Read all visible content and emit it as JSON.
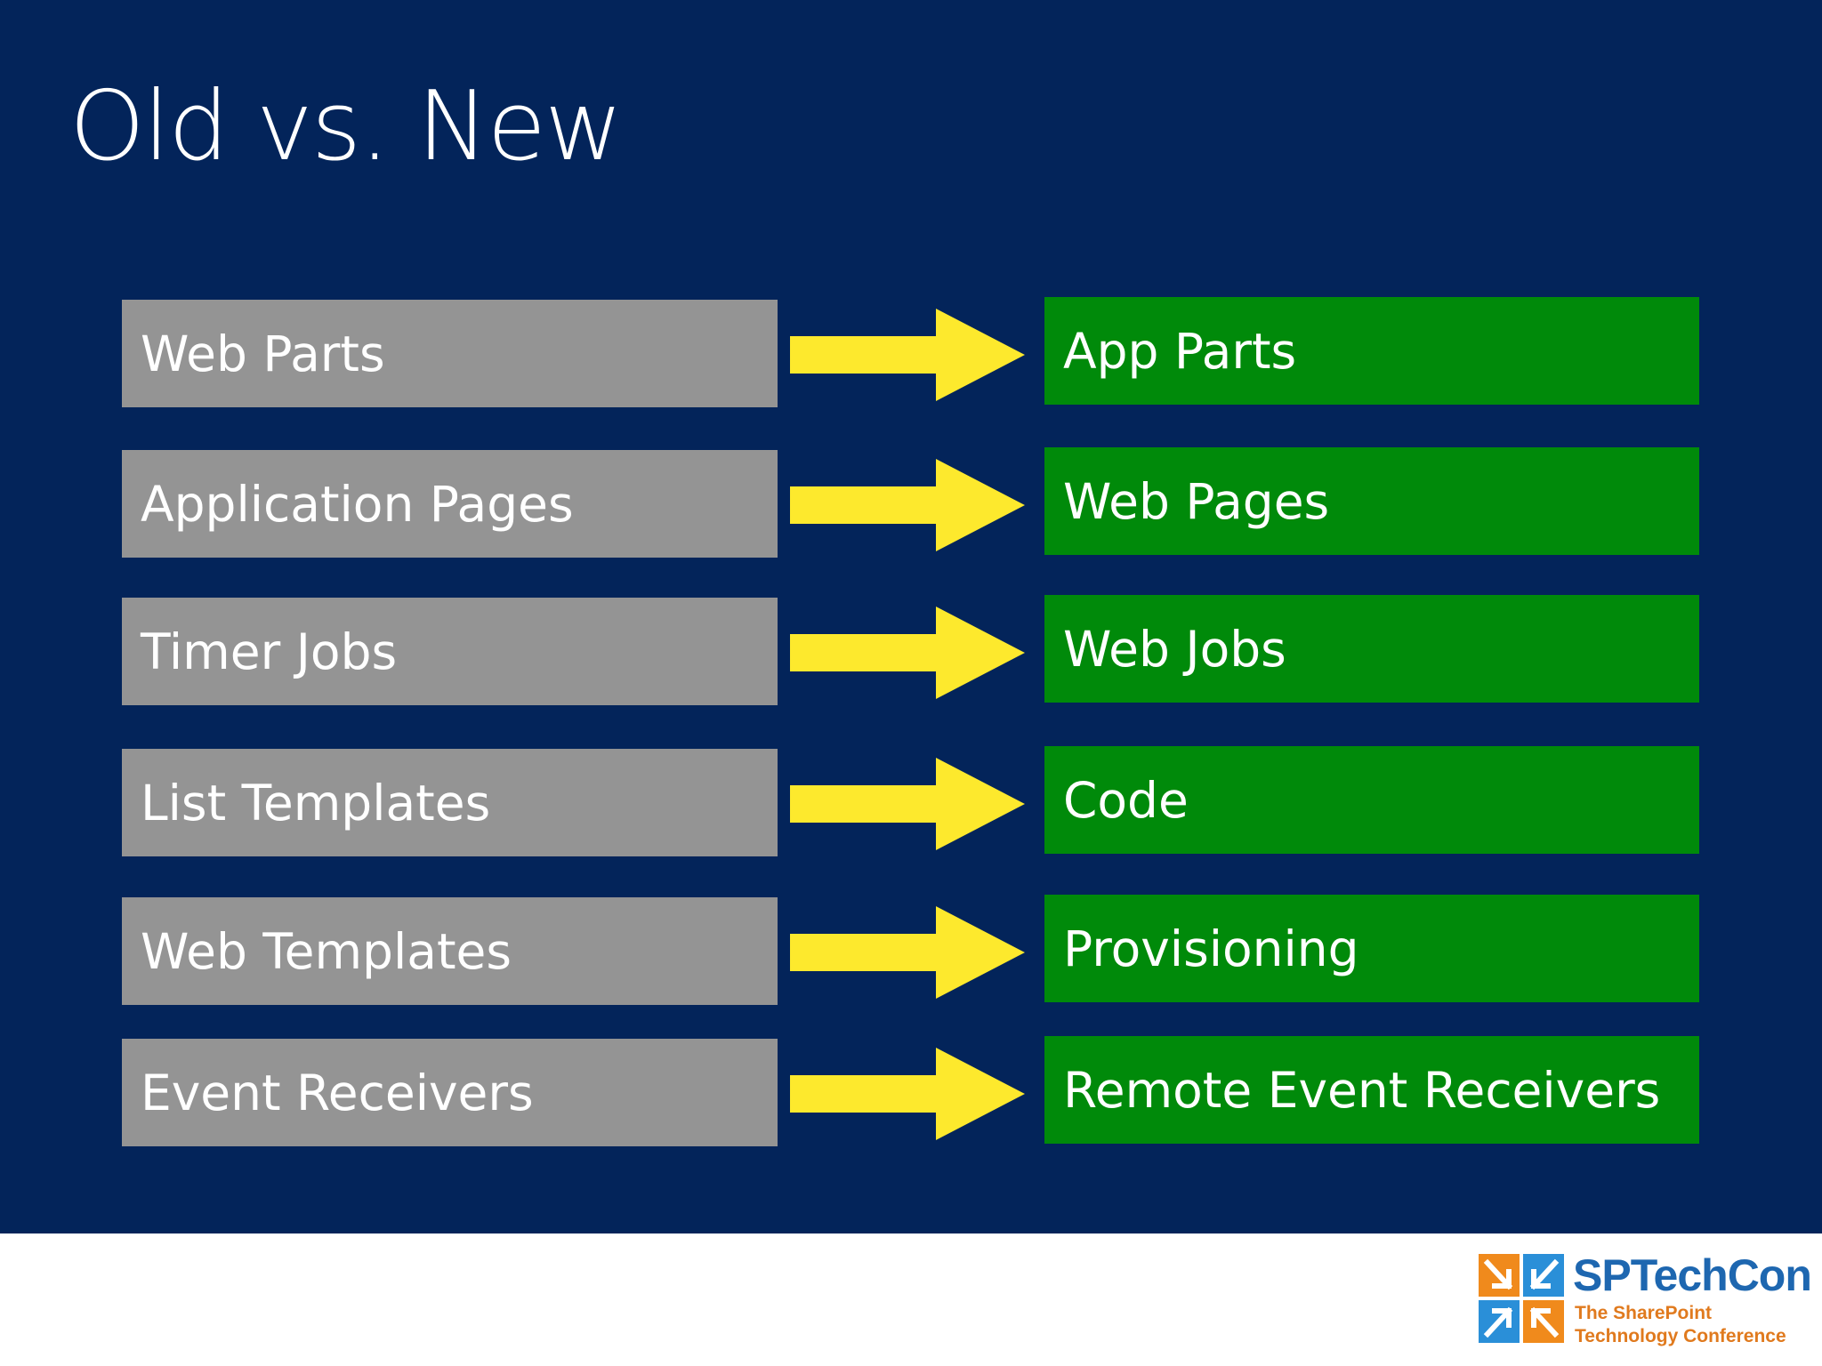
{
  "slide": {
    "title": "Old vs. New",
    "colors": {
      "background": "#03245a",
      "old_box": "#949494",
      "new_box": "#008a0a",
      "arrow": "#fde92d",
      "text": "#ffffff"
    }
  },
  "rows": [
    {
      "old": "Web Parts",
      "new": "App Parts"
    },
    {
      "old": "Application Pages",
      "new": "Web Pages"
    },
    {
      "old": "Timer Jobs",
      "new": "Web Jobs"
    },
    {
      "old": "List Templates",
      "new": "Code"
    },
    {
      "old": "Web Templates",
      "new": "Provisioning"
    },
    {
      "old": "Event Receivers",
      "new": "Remote Event Receivers"
    }
  ],
  "footer": {
    "logo": {
      "name": "SPTechCon",
      "tagline_line1": "The SharePoint",
      "tagline_line2": "Technology Conference",
      "icon": "four-arrows-logo-icon",
      "colors": {
        "name": "#1e67b0",
        "tagline": "#e07a1e",
        "tile_orange": "#f08a1c",
        "tile_blue": "#2a8fd8"
      }
    }
  }
}
